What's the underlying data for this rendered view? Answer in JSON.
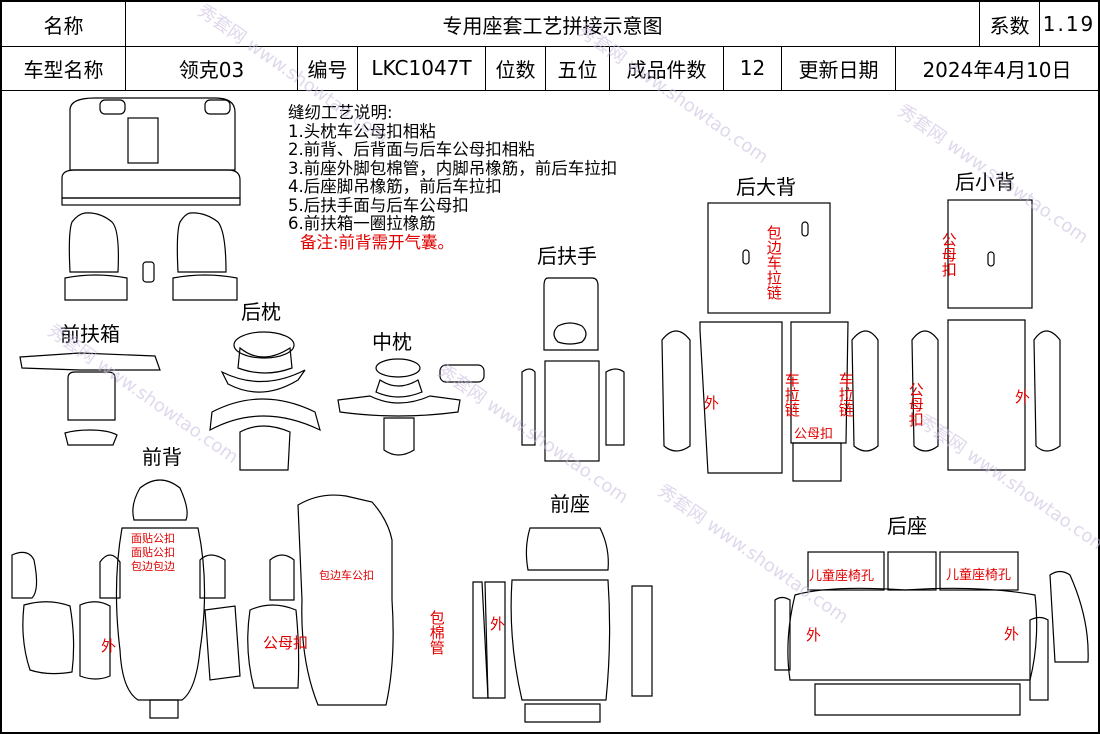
{
  "header": {
    "name_label": "名称",
    "title": "专用座套工艺拼接示意图",
    "coef_label": "系数",
    "coef_value": "1.19",
    "model_label": "车型名称",
    "model_value": "领克03",
    "code_label": "编号",
    "code_value": "LKC1047T",
    "seats_label": "位数",
    "seats_value": "五位",
    "pieces_label": "成品件数",
    "pieces_value": "12",
    "date_label": "更新日期",
    "date_value": "2024年4月10日"
  },
  "notes": {
    "title": "缝纫工艺说明:",
    "items": [
      "1.头枕车公母扣相粘",
      "2.前背、后背面与后车公母扣相粘",
      "3.前座外脚包棉管，内脚吊橡筋，前后车拉扣",
      "4.后座脚吊橡筋，前后车拉扣",
      "5.后扶手面与后车公母扣",
      "6.前扶箱一圈拉橡筋"
    ],
    "remark": "备注:前背需开气囊。"
  },
  "sections": {
    "front_armbox": "前扶箱",
    "rear_headrest": "后枕",
    "mid_headrest": "中枕",
    "rear_armrest": "后扶手",
    "rear_big_back": "后大背",
    "rear_small_back": "后小背",
    "front_back": "前背",
    "front_seat": "前座",
    "rear_seat": "后座"
  },
  "annotations": {
    "wrap_zip": "包边车拉链",
    "male_female_a": "公母扣",
    "outer": "外",
    "zip": "车拉链",
    "male_female_b": "公母扣",
    "face_snap": "面贴公扣",
    "wrap_edge": "包边包边",
    "wrap_snap": "包边车公扣",
    "cotton_pipe": "包棉管",
    "child_seat_hole": "儿童座椅孔"
  },
  "watermark": "秀套网 www.showtao.com"
}
